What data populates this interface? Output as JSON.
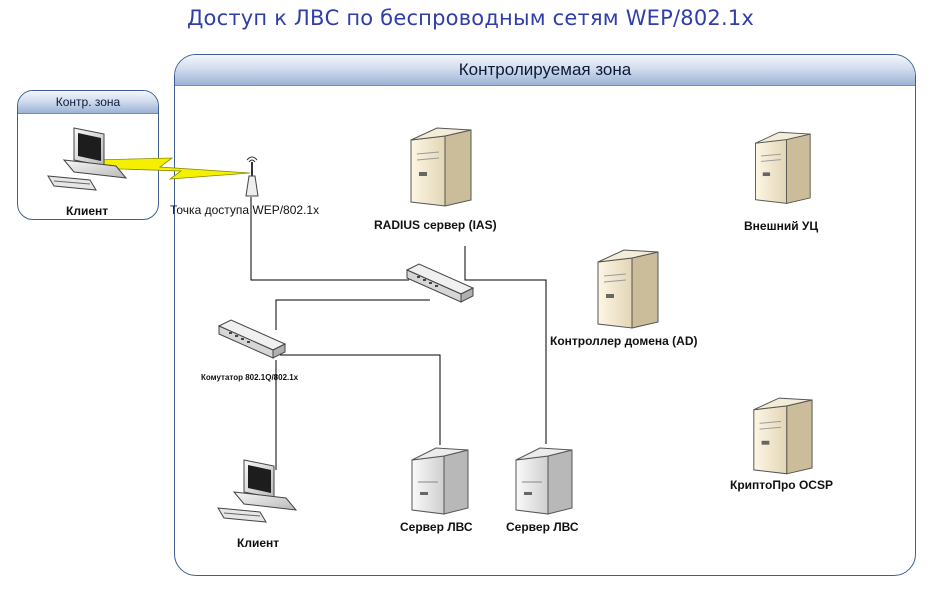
{
  "title": "Доступ к ЛВС по беспроводным сетям WEP/802.1x",
  "zones": {
    "main": {
      "label": "Контролируемая зона"
    },
    "small": {
      "label": "Контр. зона"
    }
  },
  "devices": {
    "client_wireless": {
      "label": "Клиент",
      "icon": "workstation-icon"
    },
    "access_point": {
      "label": "Точка доступа WEP/802.1x",
      "icon": "access-point-icon"
    },
    "radius": {
      "label": "RADIUS сервер (IAS)",
      "icon": "tower-server-icon"
    },
    "external_ca": {
      "label": "Внешний УЦ",
      "icon": "tower-server-icon"
    },
    "domain_controller": {
      "label": "Контроллер домена (AD)",
      "icon": "tower-server-icon"
    },
    "switch_main": {
      "label": "",
      "icon": "switch-icon"
    },
    "switch_8021q": {
      "label": "Комутатор 802.1Q/802.1x",
      "icon": "switch-icon"
    },
    "client_wired": {
      "label": "Клиент",
      "icon": "workstation-icon"
    },
    "lan_server_1": {
      "label": "Сервер ЛВС",
      "icon": "small-server-icon"
    },
    "lan_server_2": {
      "label": "Сервер ЛВС",
      "icon": "small-server-icon"
    },
    "ocsp": {
      "label": "КриптоПро OCSP",
      "icon": "tower-server-icon"
    }
  },
  "colors": {
    "title": "#2f3ea8",
    "zone_border": "#3f5f93",
    "lightning": "#f4f000",
    "wire": "#000000"
  }
}
